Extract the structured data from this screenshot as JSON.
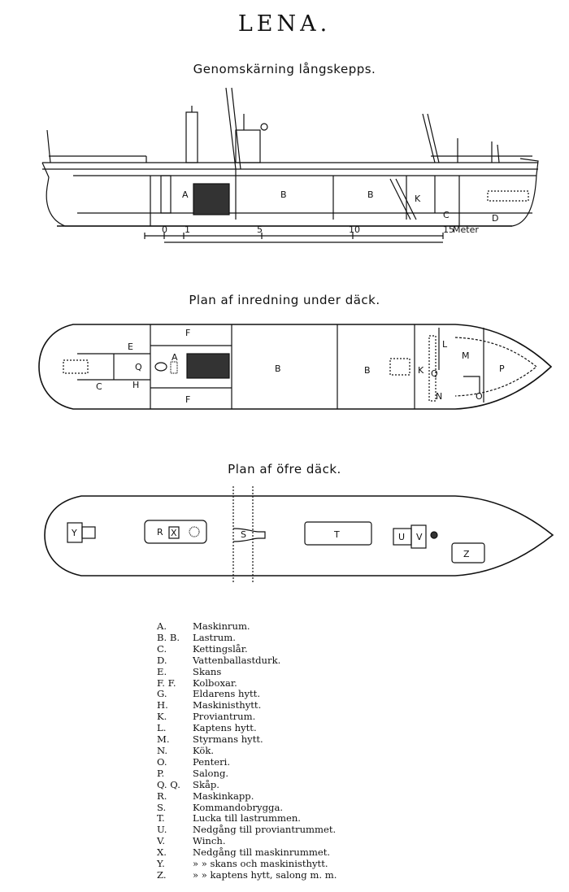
{
  "title": "LENA.",
  "views": {
    "side": {
      "heading": "Genomskärning långskepps.",
      "labels": [
        "A",
        "B",
        "B",
        "K",
        "C",
        "D"
      ],
      "scale": {
        "ticks": [
          "0",
          "1",
          "5",
          "10",
          "15"
        ],
        "unit": "Meter"
      }
    },
    "under_deck": {
      "heading": "Plan af inredning under däck.",
      "labels": [
        "F",
        "E",
        "A",
        "Q",
        "C",
        "H",
        "F",
        "B",
        "B",
        "L",
        "M",
        "K",
        "Q",
        "P",
        "N",
        "O"
      ]
    },
    "upper_deck": {
      "heading": "Plan af öfre däck.",
      "labels": [
        "Y",
        "R",
        "X",
        "S",
        "T",
        "U",
        "V",
        "Z"
      ]
    }
  },
  "legend": [
    {
      "key": "A.",
      "text": "Maskinrum."
    },
    {
      "key": "B. B.",
      "text": "Lastrum."
    },
    {
      "key": "C.",
      "text": "Kettingslår."
    },
    {
      "key": "D.",
      "text": "Vattenballastdurk."
    },
    {
      "key": "E.",
      "text": "Skans"
    },
    {
      "key": "F. F.",
      "text": "Kolboxar."
    },
    {
      "key": "G.",
      "text": "Eldarens hytt."
    },
    {
      "key": "H.",
      "text": "Maskinisthytt."
    },
    {
      "key": "K.",
      "text": "Proviantrum."
    },
    {
      "key": "L.",
      "text": "Kaptens hytt."
    },
    {
      "key": "M.",
      "text": "Styrmans hytt."
    },
    {
      "key": "N.",
      "text": "Kök."
    },
    {
      "key": "O.",
      "text": "Penteri."
    },
    {
      "key": "P.",
      "text": "Salong."
    },
    {
      "key": "Q. Q.",
      "text": "Skåp."
    },
    {
      "key": "R.",
      "text": "Maskinkapp."
    },
    {
      "key": "S.",
      "text": "Kommandobrygga."
    },
    {
      "key": "T.",
      "text": "Lucka till lastrummen."
    },
    {
      "key": "U.",
      "text": "Nedgång till proviantrummet."
    },
    {
      "key": "V.",
      "text": "Winch."
    },
    {
      "key": "X.",
      "text": "Nedgång till maskinrummet."
    },
    {
      "key": "Y.",
      "text": "»         »  skans och maskinisthytt."
    },
    {
      "key": "Z.",
      "text": "»         »  kaptens hytt, salong m. m."
    }
  ]
}
